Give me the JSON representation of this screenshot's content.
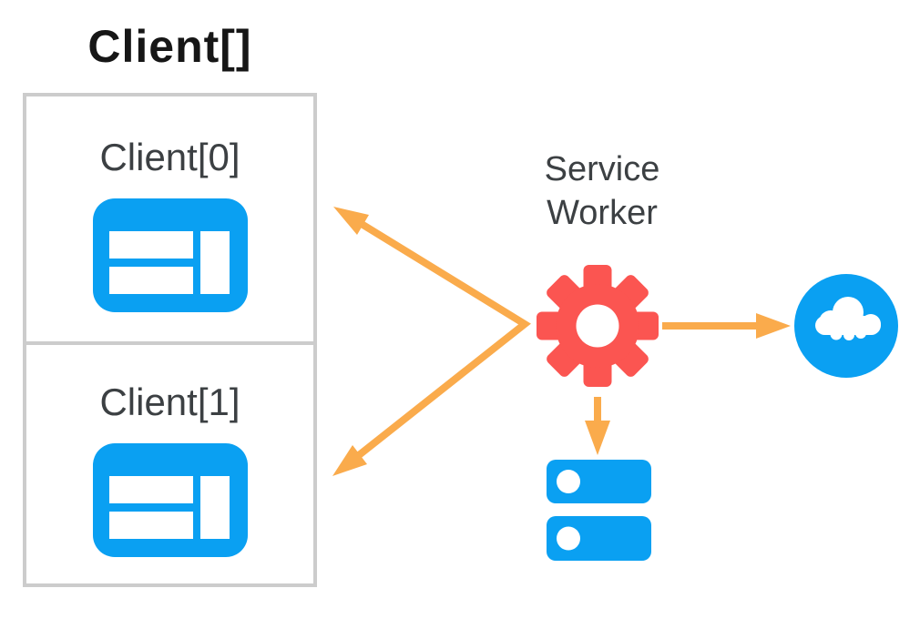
{
  "diagram": {
    "title": "Client[]",
    "clients": [
      {
        "label": "Client[0]",
        "icon": "web-browser-window-icon"
      },
      {
        "label": "Client[1]",
        "icon": "web-browser-window-icon"
      }
    ],
    "service_worker": {
      "label": "Service Worker",
      "icon": "gear-icon"
    },
    "network": {
      "icon": "cloud-icon"
    },
    "storage": {
      "icon": "storage-database-icon"
    },
    "arrows": [
      {
        "name": "service-worker-to-client0",
        "direction": "up-left"
      },
      {
        "name": "service-worker-to-client1",
        "direction": "down-left"
      },
      {
        "name": "service-worker-to-network",
        "direction": "right"
      },
      {
        "name": "service-worker-to-storage",
        "direction": "down"
      }
    ]
  },
  "colors": {
    "blue": "#0AA0F2",
    "red": "#FB5551",
    "orange": "#FAAB4C",
    "border": "#CCCCCC",
    "label": "#3C4043",
    "title": "#161616"
  }
}
